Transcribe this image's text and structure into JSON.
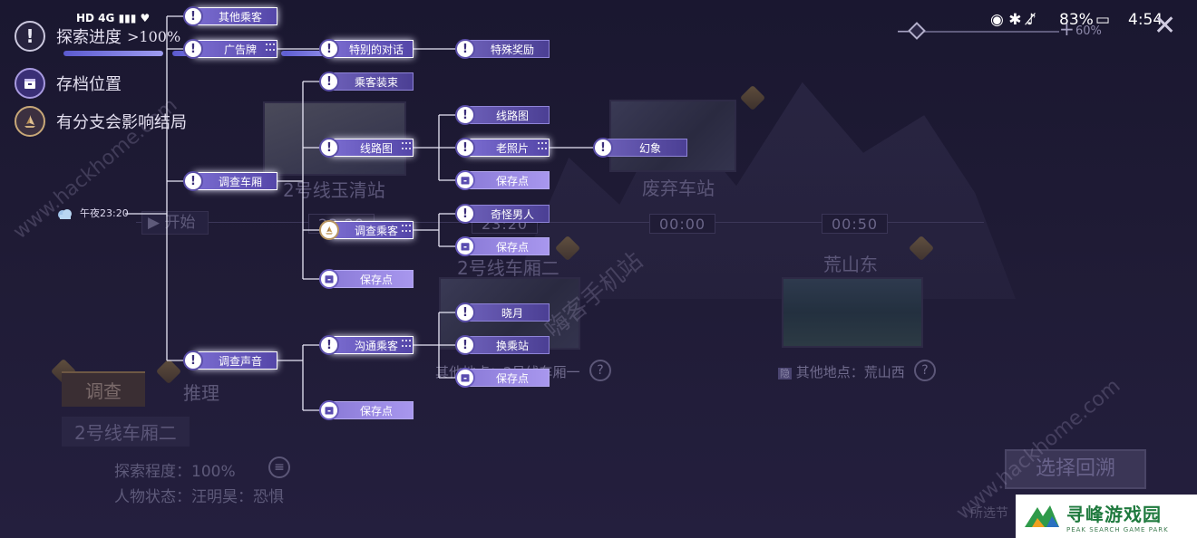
{
  "status_bar": {
    "left_icons": "HD 4G",
    "battery_pct": "83%",
    "time": "4:54"
  },
  "zoom": {
    "minus": "−",
    "plus": "+",
    "percent": "60%"
  },
  "legend": {
    "progress_label": "探索进度",
    "progress_value": ">100%",
    "save_label": "存档位置",
    "branch_label": "有分支会影响结局"
  },
  "root": {
    "weather_label": "午夜",
    "time": "23:20"
  },
  "tree": {
    "other_passengers": "其他乘客",
    "ad_sign": "广告牌",
    "special_dialog": "特别的对话",
    "special_reward": "特殊奖励",
    "passenger_outfit": "乘客装束",
    "route_map_a": "线路图",
    "route_map_b": "线路图",
    "old_photo": "老照片",
    "illusion": "幻象",
    "save_1": "保存点",
    "investigate_car": "调查车厢",
    "investigate_passenger": "调查乘客",
    "strange_man": "奇怪男人",
    "save_2": "保存点",
    "save_3": "保存点",
    "investigate_voice": "调查声音",
    "communicate": "沟通乘客",
    "xiaoyue": "晓月",
    "transfer": "换乘站",
    "save_4": "保存点",
    "save_5": "保存点"
  },
  "background": {
    "start": "开始",
    "time_a": "23:20",
    "time_b": "00:00",
    "time_c": "00:50",
    "station_1": "2号线玉清站",
    "station_2": "2号线车厢二",
    "station_3": "废弃车站",
    "station_4": "荒山东",
    "caption_2": "其他地点：2号线车厢一",
    "caption_4": "其他地点：荒山西",
    "hidden_mark": "隐",
    "qmark": "?",
    "tab_investigate": "调查",
    "tab_reasoning": "推理",
    "location": "2号线车厢二",
    "explore_degree": "探索程度：100%",
    "character_state": "人物状态：汪明昊：恐惧",
    "select_rewind": "选择回溯",
    "selected_node": "所选节"
  },
  "watermarks": {
    "site": "www.hackhome.com",
    "site_cn": "嗨客手机站"
  },
  "logo": {
    "cn": "寻峰游戏园",
    "en": "PEAK SEARCH GAME PARK"
  },
  "colors": {
    "node_fill": "#5b4fa8",
    "save_fill": "#9a8ae6",
    "line": "#e6e4f5",
    "background": "#1e1a33"
  }
}
